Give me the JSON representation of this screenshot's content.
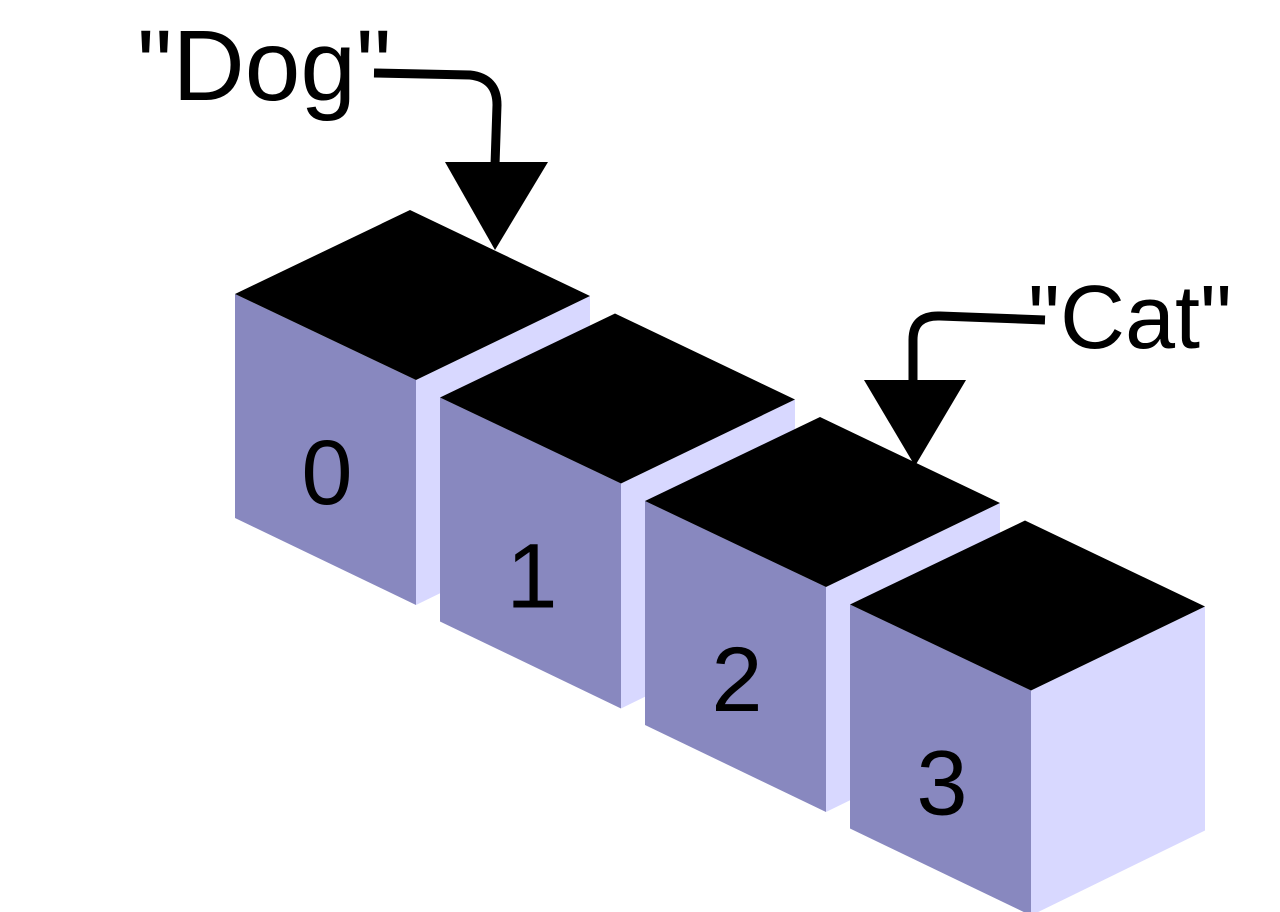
{
  "diagram": {
    "cells": [
      {
        "index": "0"
      },
      {
        "index": "1"
      },
      {
        "index": "2"
      },
      {
        "index": "3"
      }
    ],
    "labels": {
      "dog": "\"Dog\"",
      "cat": "\"Cat\""
    },
    "colors": {
      "front": "#8888bf",
      "side": "#d8d8ff",
      "top": "#000000"
    }
  }
}
